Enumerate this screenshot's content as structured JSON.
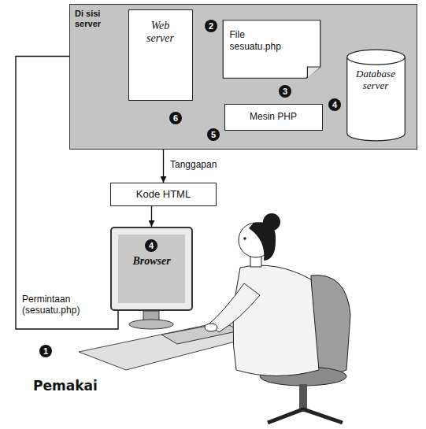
{
  "diagram": {
    "nodes": [
      {
        "text": [
          "Di sisi server"
        ]
      },
      {
        "text": [
          "Web server"
        ],
        "in": 0
      },
      {
        "text": [
          "File sesuatu.php"
        ],
        "in": 0
      },
      {
        "text": [
          "Mesin PHP"
        ],
        "in": 0
      },
      {
        "text": [
          "Database server"
        ],
        "in": 0
      },
      {
        "text": [
          "Kode HTML"
        ]
      },
      {
        "text": [
          "Browser"
        ]
      }
    ],
    "edges": [
      {
        "from": 6,
        "to": 1,
        "label": "Permintaan (sesuatu.php)",
        "arrow": "to"
      },
      {
        "from": 1,
        "to": 2,
        "arrow": "to"
      },
      {
        "from": 2,
        "to": 3,
        "arrow": "to"
      },
      {
        "from": 3,
        "to": 4,
        "arrow": "both"
      },
      {
        "from": 3,
        "to": 1,
        "arrow": "to"
      },
      {
        "from": 1,
        "to": 5,
        "label": "Tanggapan",
        "arrow": "to"
      },
      {
        "from": 5,
        "to": 6,
        "arrow": "to"
      }
    ],
    "labels": [
      "2",
      "3",
      "4",
      "5",
      "6",
      "4",
      "1",
      "Pemakai"
    ]
  }
}
